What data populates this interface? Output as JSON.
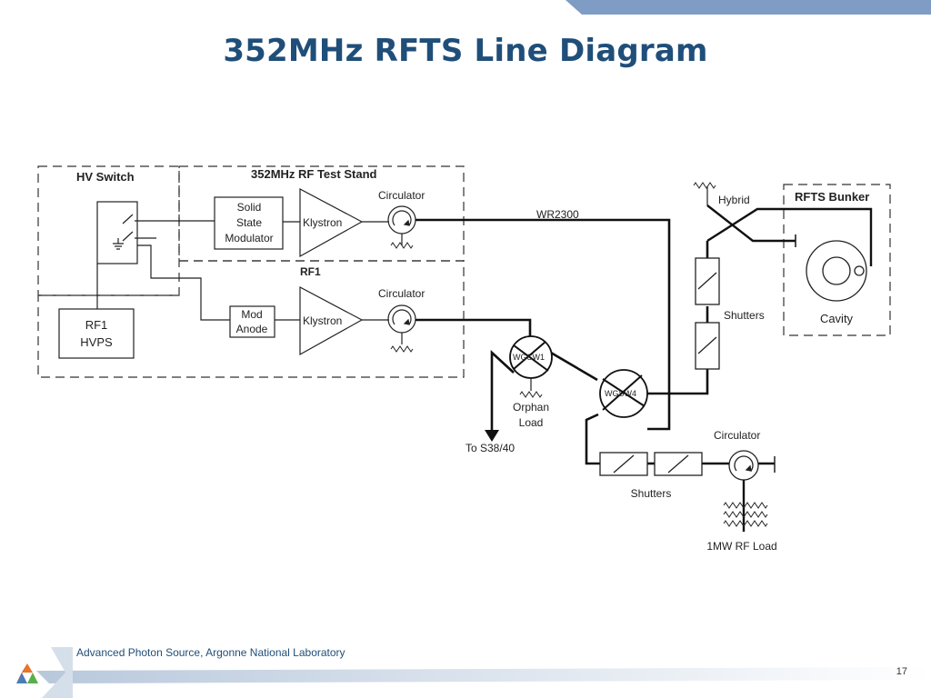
{
  "slide": {
    "title": "352MHz RFTS Line Diagram",
    "footer": "Advanced Photon Source, Argonne National Laboratory",
    "page_number": "17",
    "accent_color": "#1F4E79",
    "band_color": "#7F9CC4"
  },
  "diagram": {
    "groups": {
      "hv_switch": "HV Switch",
      "test_stand": "352MHz RF Test Stand",
      "rf1": "RF1",
      "bunker": "RFTS Bunker"
    },
    "blocks": {
      "solid_state_modulator": [
        "Solid",
        "State",
        "Modulator"
      ],
      "mod_anode": [
        "Mod",
        "Anode"
      ],
      "rf1_hvps": [
        "RF1",
        "HVPS"
      ],
      "klystron_top": "Klystron",
      "klystron_bottom": "Klystron",
      "cavity": "Cavity",
      "hybrid": "Hybrid"
    },
    "labels": {
      "circulator_top": "Circulator",
      "circulator_mid": "Circulator",
      "circulator_load": "Circulator",
      "waveguide": "WR2300",
      "wgsw1": "WGSW1",
      "wgsw4": "WGSW4",
      "orphan_load": [
        "Orphan",
        "Load"
      ],
      "to_s38": "To S38/40",
      "shutters_bunker": "Shutters",
      "shutters_load": "Shutters",
      "rf_load": "1MW RF Load"
    }
  }
}
